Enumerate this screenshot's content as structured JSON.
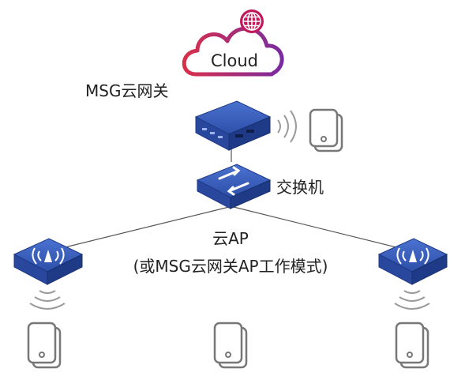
{
  "cloud": {
    "label": "Cloud"
  },
  "gateway": {
    "label": "MSG云网关"
  },
  "switch": {
    "label": "交换机"
  },
  "cloud_ap": {
    "line1": "云AP",
    "line2": "(或MSG云网关AP工作模式)"
  },
  "colors": {
    "cloud_gradient_start": "#d9304a",
    "cloud_gradient_end": "#7a2aa0",
    "globe_fill": "#c2185b",
    "device_top": "#3558b8",
    "device_side": "#1f3a86",
    "device_front": "#2a479e",
    "link_line": "#555555",
    "signal": "#9a9a9a",
    "phone": "#777777"
  }
}
